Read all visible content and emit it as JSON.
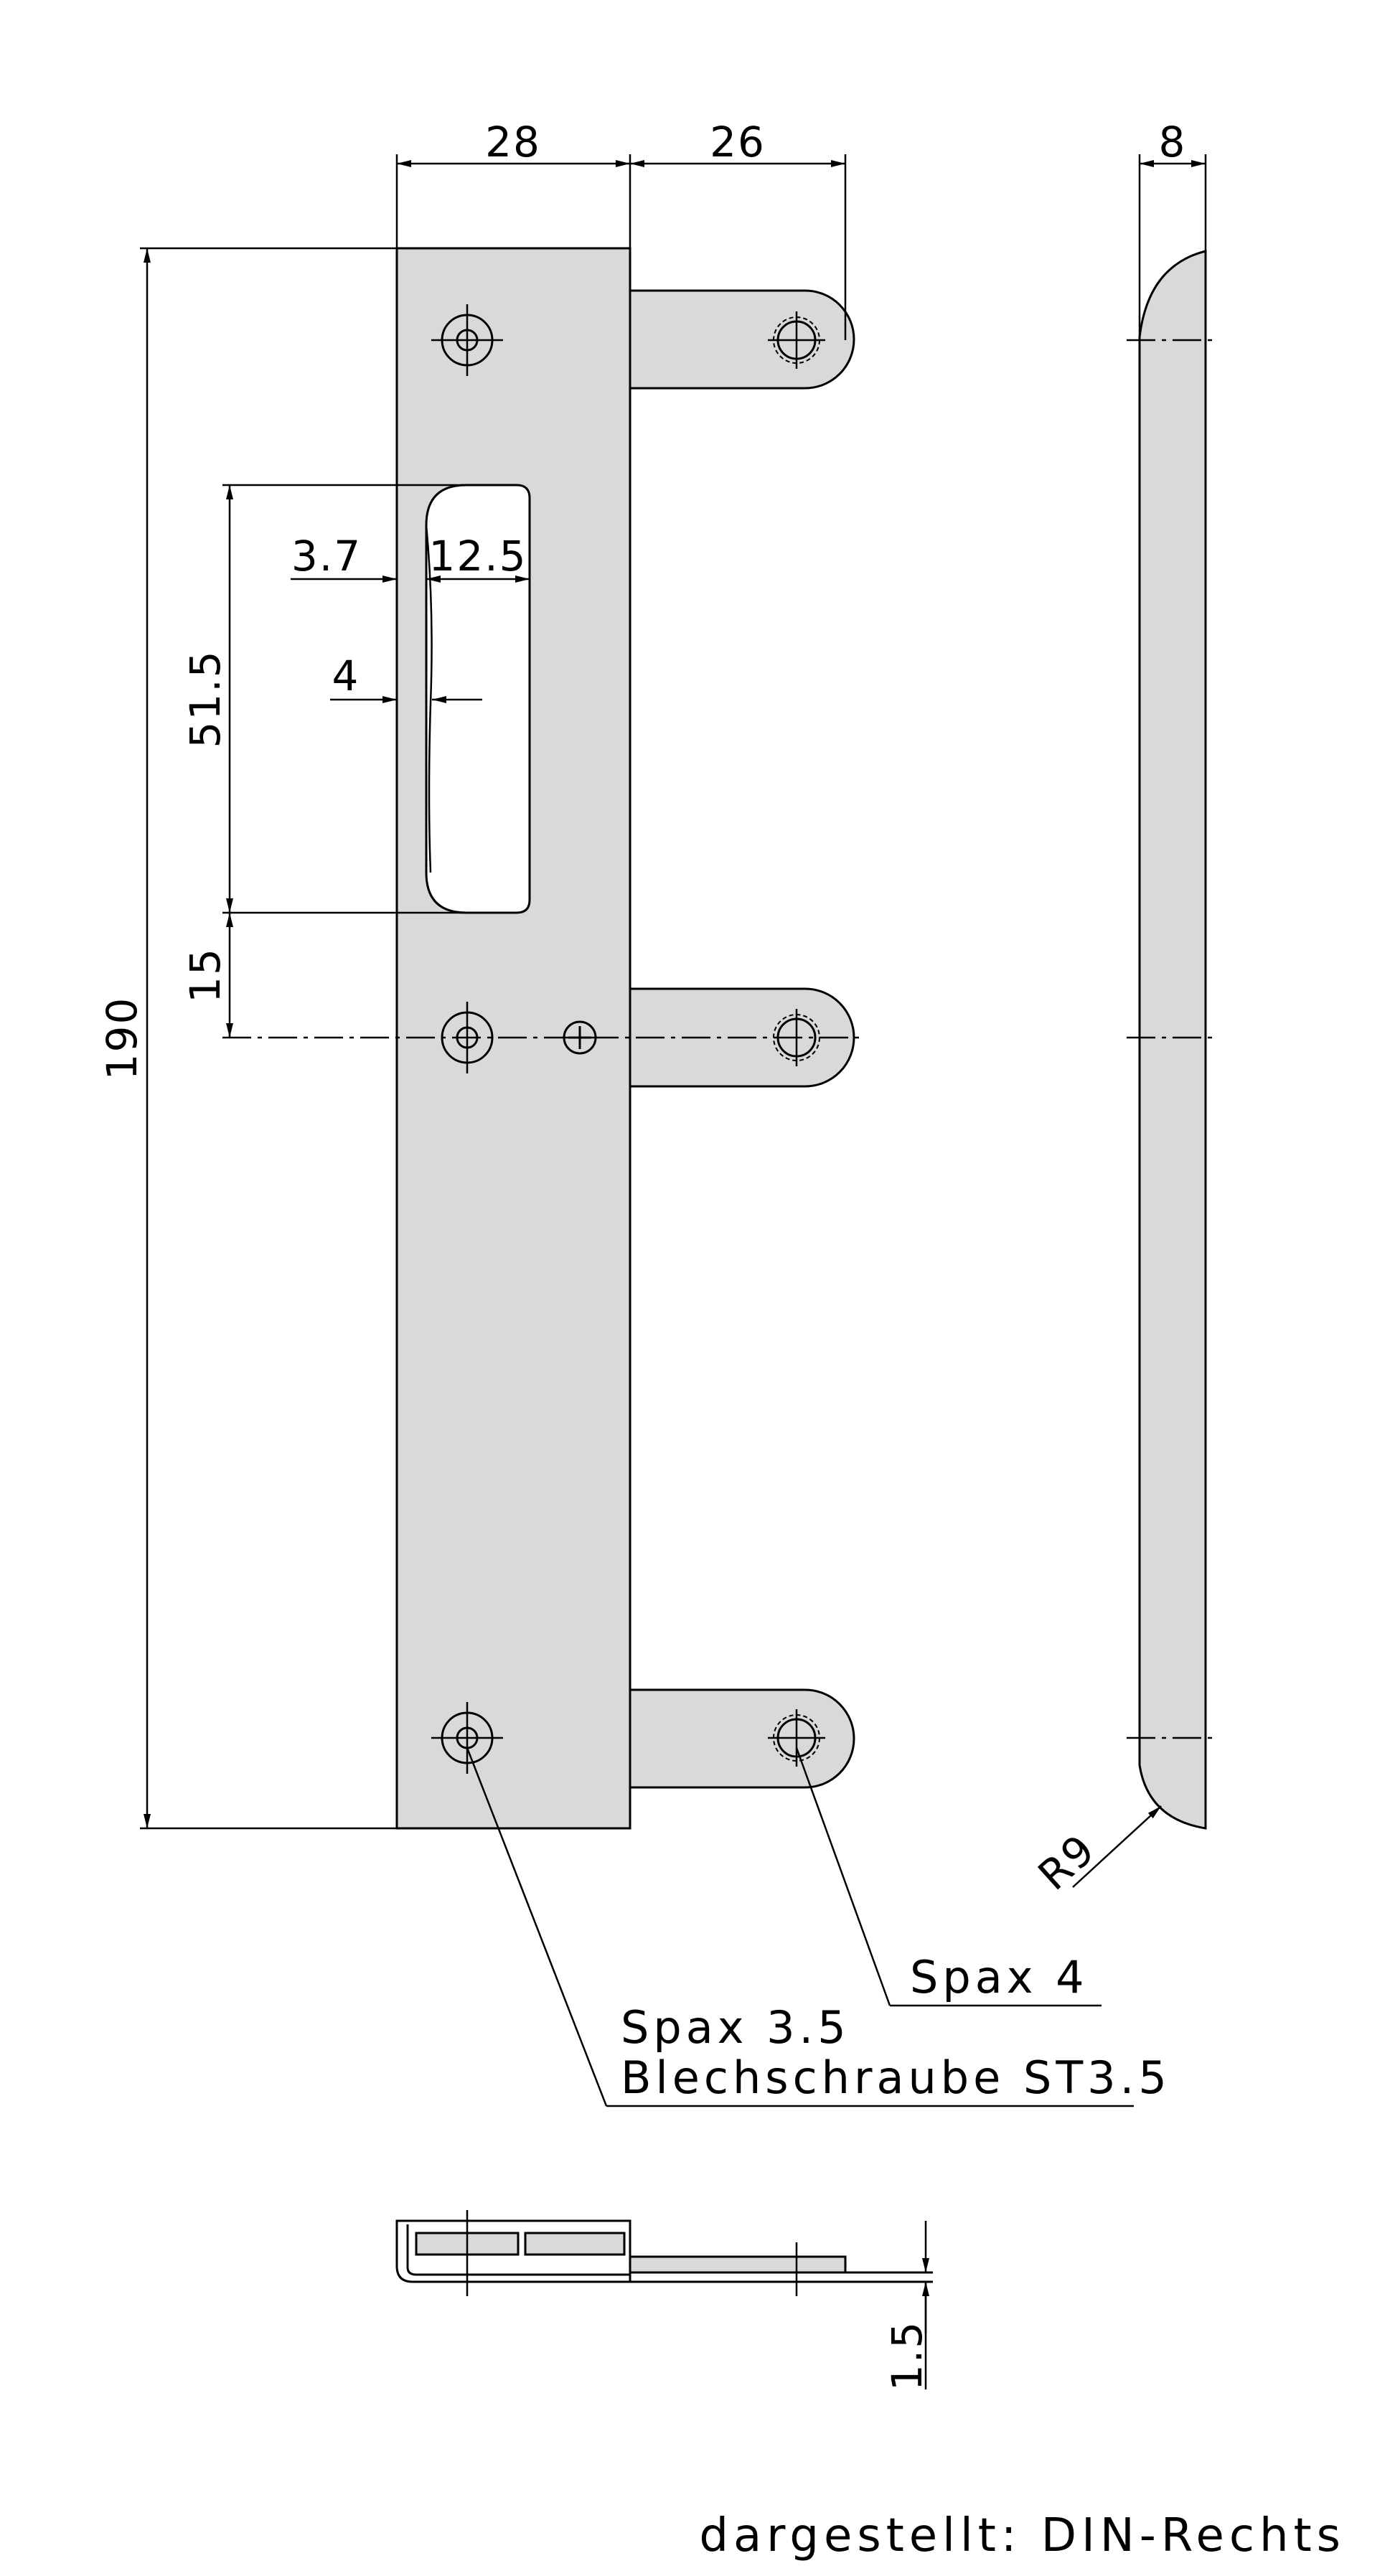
{
  "dimensions": {
    "plate_width": "28",
    "tab_length": "26",
    "side_thickness": "8",
    "total_height": "190",
    "slot_height": "51.5",
    "slot_offset": "15",
    "slot_edge": "3.7",
    "slot_width": "12.5",
    "slot_depth": "4",
    "radius": "R9",
    "plate_thickness": "1.5"
  },
  "labels": {
    "screw_small": "Spax 4",
    "screw_main": "Spax 3.5",
    "screw_alt": "Blechschraube ST3.5"
  },
  "footer": "dargestellt: DIN-Rechts",
  "colors": {
    "part_fill": "#d9d9d9",
    "line": "#000000"
  }
}
